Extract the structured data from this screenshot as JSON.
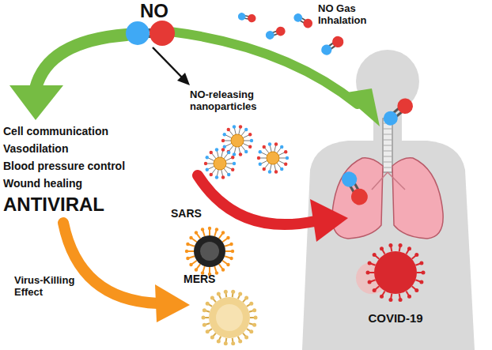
{
  "diagram": {
    "labels": [
      "NO",
      "NO Gas Inhalation",
      "NO-releasing nanoparticles",
      "Cell communication",
      "Vasodilation",
      "Blood pressure control",
      "Wound healing",
      "ANTIVIRAL",
      "Virus-Killing Effect",
      "SARS",
      "MERS",
      "COVID-19"
    ]
  }
}
